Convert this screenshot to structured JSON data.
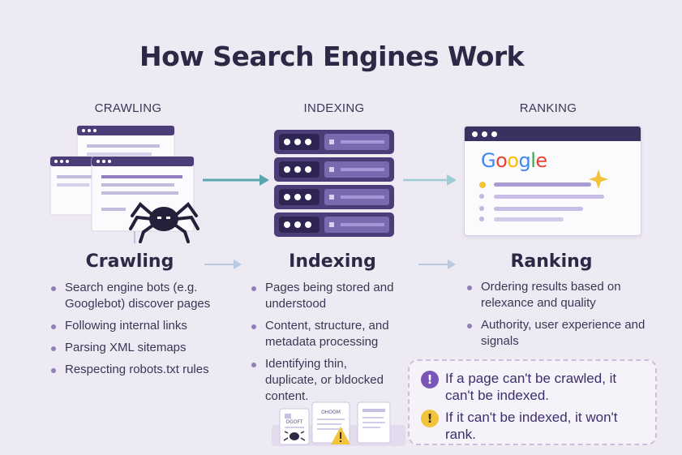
{
  "title": "How Search Engines Work",
  "stages": [
    {
      "label": "CRAWLING",
      "heading": "Crawling",
      "bullets": [
        "Search engine bots (e.g. Googlebot) discover pages",
        "Following internal links",
        "Parsing XML sitemaps",
        "Respecting robots.txt rules"
      ]
    },
    {
      "label": "INDEXING",
      "heading": "Indexing",
      "bullets": [
        "Pages being stored and understood",
        "Content, structure, and metadata processing",
        "Identifying thin, duplicate, or bldocked content."
      ]
    },
    {
      "label": "RANKING",
      "heading": "Ranking",
      "bullets": [
        "Ordering results based on relexance and quality",
        "Authority, user experience and signals"
      ]
    }
  ],
  "google_logo": "Google",
  "callout": {
    "line1": "If a page can't be crawled, it can't be indexed.",
    "line2": "If it can't be indexed, it won't rank.",
    "icon1": "!",
    "icon2": "!"
  },
  "mini_docs": {
    "doc1": "OGOFT",
    "doc2": "OHOOM"
  },
  "colors": {
    "accent_purple": "#6a4fa3",
    "server_dark": "#4a3d78",
    "arrow_teal": "#5aa6b0",
    "warning_yellow": "#f2c43b"
  }
}
